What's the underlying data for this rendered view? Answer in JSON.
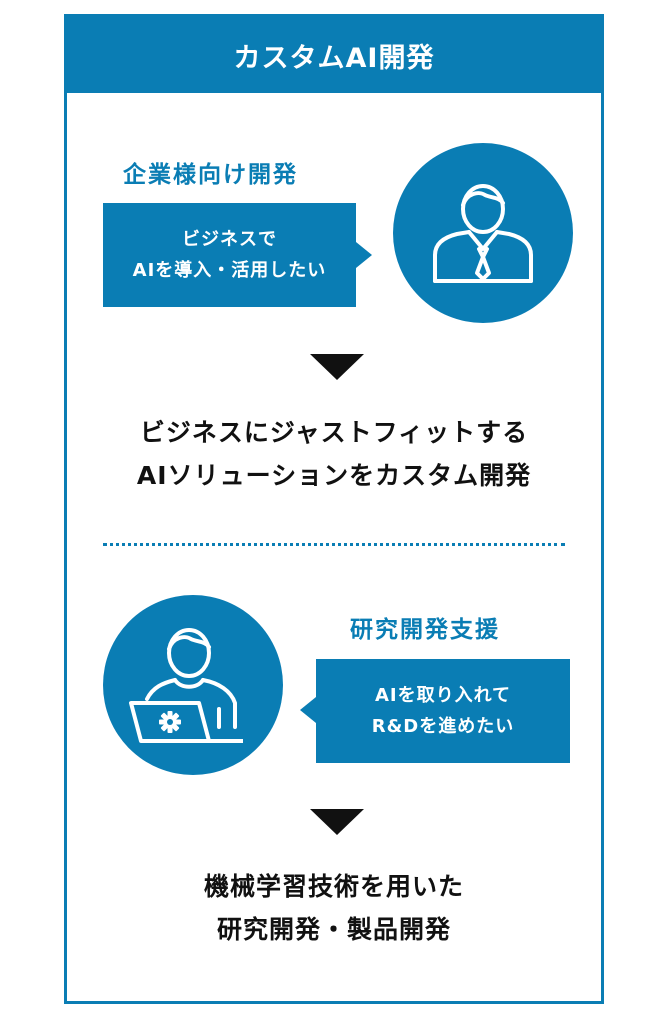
{
  "header": {
    "title": "カスタムAI開発"
  },
  "enterprise": {
    "title": "企業様向け開発",
    "bubble_lines": [
      "ビジネスで",
      "AIを導入・活用したい"
    ],
    "icon": "businessman-icon",
    "result_lines": [
      "ビジネスにジャストフィットする",
      "AIソリューションをカスタム開発"
    ]
  },
  "research": {
    "title": "研究開発支援",
    "bubble_lines": [
      "AIを取り入れて",
      "R&Dを進めたい"
    ],
    "icon": "researcher-laptop-icon",
    "result_lines": [
      "機械学習技術を用いた",
      "研究開発・製品開発"
    ]
  },
  "colors": {
    "brand": "#0a7db4",
    "text": "#111111",
    "background": "#ffffff"
  }
}
